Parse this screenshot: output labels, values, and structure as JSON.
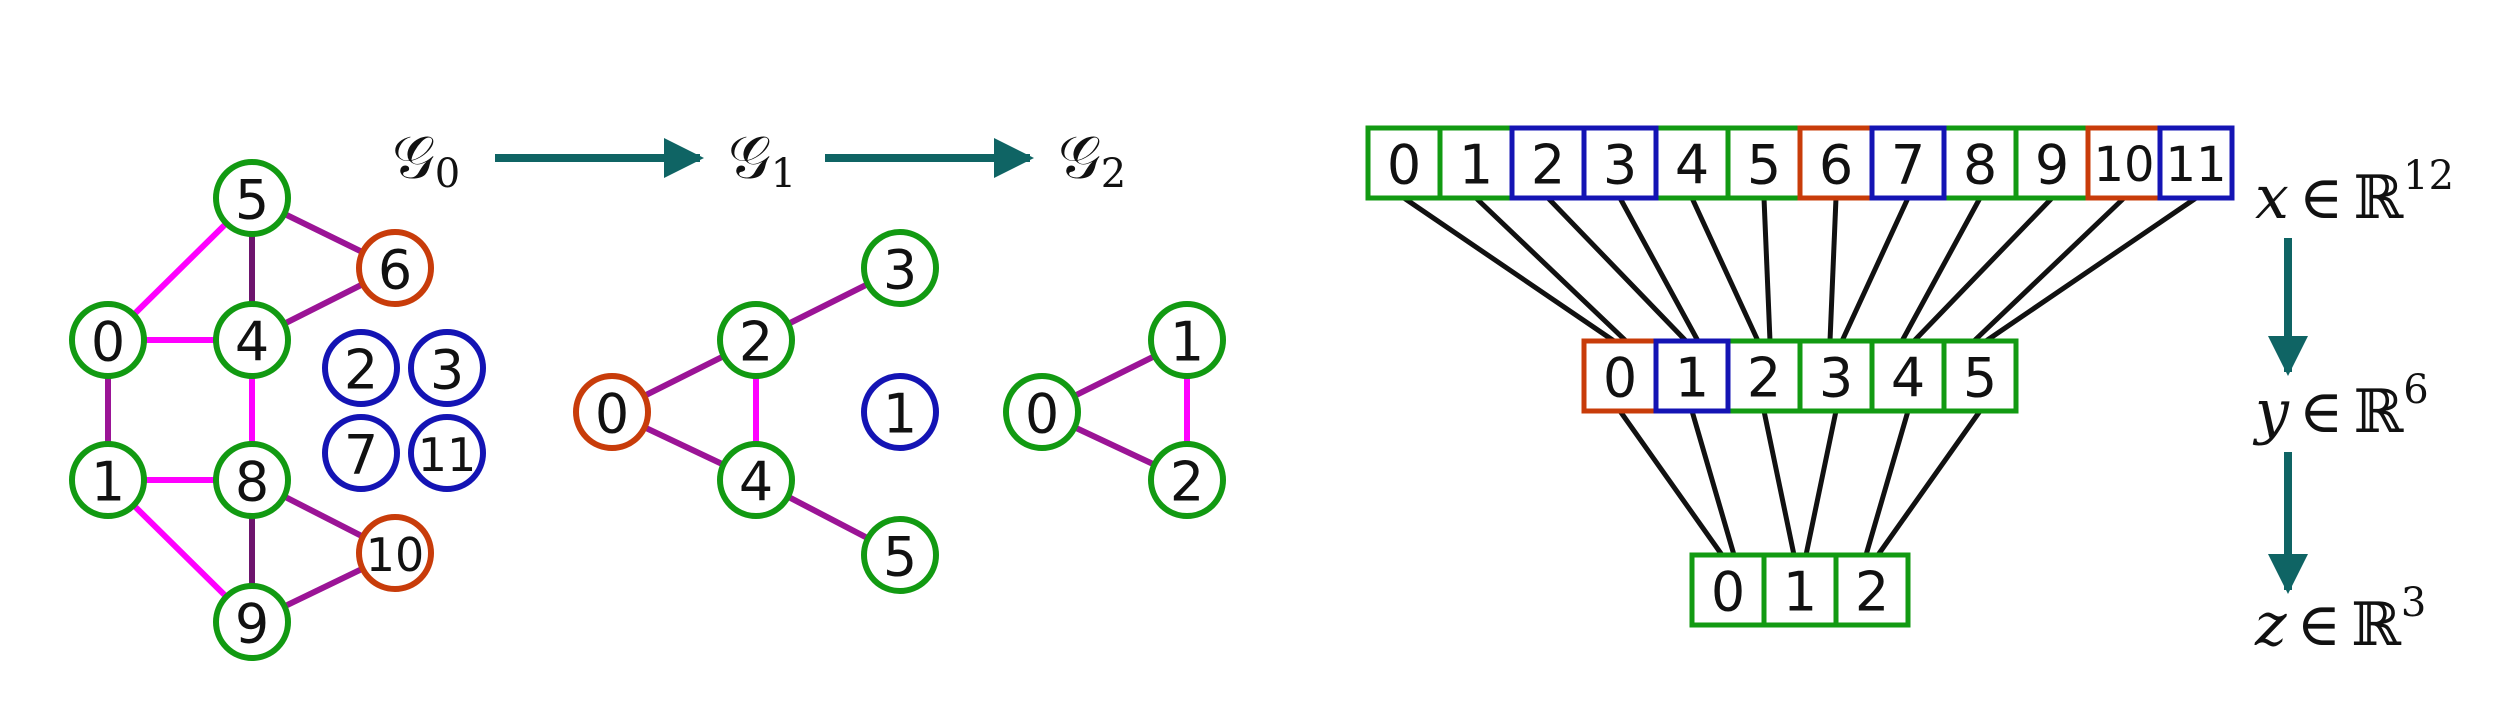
{
  "colors": {
    "green": "#129a12",
    "blue": "#1414b4",
    "orange": "#c83c0a",
    "magenta": "#ff00ff",
    "purple": "#9b1496",
    "darkpurple": "#6e146e",
    "teal": "#0f6464",
    "black": "#111111"
  },
  "graph_labels": [
    {
      "letter": "𝒢",
      "sub": "0"
    },
    {
      "letter": "𝒢",
      "sub": "1"
    },
    {
      "letter": "𝒢",
      "sub": "2"
    }
  ],
  "graphs": [
    {
      "nodes": [
        {
          "id": "0",
          "color": "green"
        },
        {
          "id": "1",
          "color": "green"
        },
        {
          "id": "2",
          "color": "blue"
        },
        {
          "id": "3",
          "color": "blue"
        },
        {
          "id": "4",
          "color": "green"
        },
        {
          "id": "5",
          "color": "green"
        },
        {
          "id": "6",
          "color": "orange"
        },
        {
          "id": "7",
          "color": "blue"
        },
        {
          "id": "8",
          "color": "green"
        },
        {
          "id": "9",
          "color": "green"
        },
        {
          "id": "10",
          "color": "orange"
        },
        {
          "id": "11",
          "color": "blue"
        }
      ],
      "edges": [
        [
          "0",
          "5",
          "magenta"
        ],
        [
          "0",
          "4",
          "magenta"
        ],
        [
          "0",
          "1",
          "purple"
        ],
        [
          "1",
          "8",
          "magenta"
        ],
        [
          "1",
          "9",
          "magenta"
        ],
        [
          "5",
          "4",
          "darkpurple"
        ],
        [
          "5",
          "6",
          "purple"
        ],
        [
          "4",
          "6",
          "purple"
        ],
        [
          "4",
          "8",
          "magenta"
        ],
        [
          "8",
          "9",
          "darkpurple"
        ],
        [
          "8",
          "10",
          "purple"
        ],
        [
          "9",
          "10",
          "purple"
        ]
      ]
    },
    {
      "nodes": [
        {
          "id": "0",
          "color": "orange"
        },
        {
          "id": "1",
          "color": "blue"
        },
        {
          "id": "2",
          "color": "green"
        },
        {
          "id": "3",
          "color": "green"
        },
        {
          "id": "4",
          "color": "green"
        },
        {
          "id": "5",
          "color": "green"
        }
      ],
      "edges": [
        [
          "0",
          "2",
          "purple"
        ],
        [
          "0",
          "4",
          "purple"
        ],
        [
          "2",
          "4",
          "magenta"
        ],
        [
          "2",
          "3",
          "purple"
        ],
        [
          "4",
          "5",
          "purple"
        ]
      ]
    },
    {
      "nodes": [
        {
          "id": "0",
          "color": "green"
        },
        {
          "id": "1",
          "color": "green"
        },
        {
          "id": "2",
          "color": "green"
        }
      ],
      "edges": [
        [
          "0",
          "1",
          "purple"
        ],
        [
          "0",
          "2",
          "purple"
        ],
        [
          "1",
          "2",
          "magenta"
        ]
      ]
    }
  ],
  "vectors": [
    {
      "name": "x",
      "space": "ℝ",
      "dim": "12",
      "cells": [
        {
          "label": "0",
          "color": "green"
        },
        {
          "label": "1",
          "color": "green"
        },
        {
          "label": "2",
          "color": "blue"
        },
        {
          "label": "3",
          "color": "blue"
        },
        {
          "label": "4",
          "color": "green"
        },
        {
          "label": "5",
          "color": "green"
        },
        {
          "label": "6",
          "color": "orange"
        },
        {
          "label": "7",
          "color": "blue"
        },
        {
          "label": "8",
          "color": "green"
        },
        {
          "label": "9",
          "color": "green"
        },
        {
          "label": "10",
          "color": "orange"
        },
        {
          "label": "11",
          "color": "blue"
        }
      ]
    },
    {
      "name": "y",
      "space": "ℝ",
      "dim": "6",
      "cells": [
        {
          "label": "0",
          "color": "orange"
        },
        {
          "label": "1",
          "color": "blue"
        },
        {
          "label": "2",
          "color": "green"
        },
        {
          "label": "3",
          "color": "green"
        },
        {
          "label": "4",
          "color": "green"
        },
        {
          "label": "5",
          "color": "green"
        }
      ]
    },
    {
      "name": "z",
      "space": "ℝ",
      "dim": "3",
      "cells": [
        {
          "label": "0",
          "color": "green"
        },
        {
          "label": "1",
          "color": "green"
        },
        {
          "label": "2",
          "color": "green"
        }
      ]
    }
  ],
  "pooling": [
    {
      "from": 0,
      "to": 1,
      "map": [
        [
          0,
          0
        ],
        [
          1,
          0
        ],
        [
          2,
          1
        ],
        [
          3,
          1
        ],
        [
          4,
          2
        ],
        [
          5,
          2
        ],
        [
          6,
          3
        ],
        [
          7,
          3
        ],
        [
          8,
          4
        ],
        [
          9,
          4
        ],
        [
          10,
          5
        ],
        [
          11,
          5
        ]
      ]
    },
    {
      "from": 1,
      "to": 2,
      "map": [
        [
          0,
          0
        ],
        [
          1,
          0
        ],
        [
          2,
          1
        ],
        [
          3,
          1
        ],
        [
          4,
          2
        ],
        [
          5,
          2
        ]
      ]
    }
  ],
  "element_symbol": "∈"
}
